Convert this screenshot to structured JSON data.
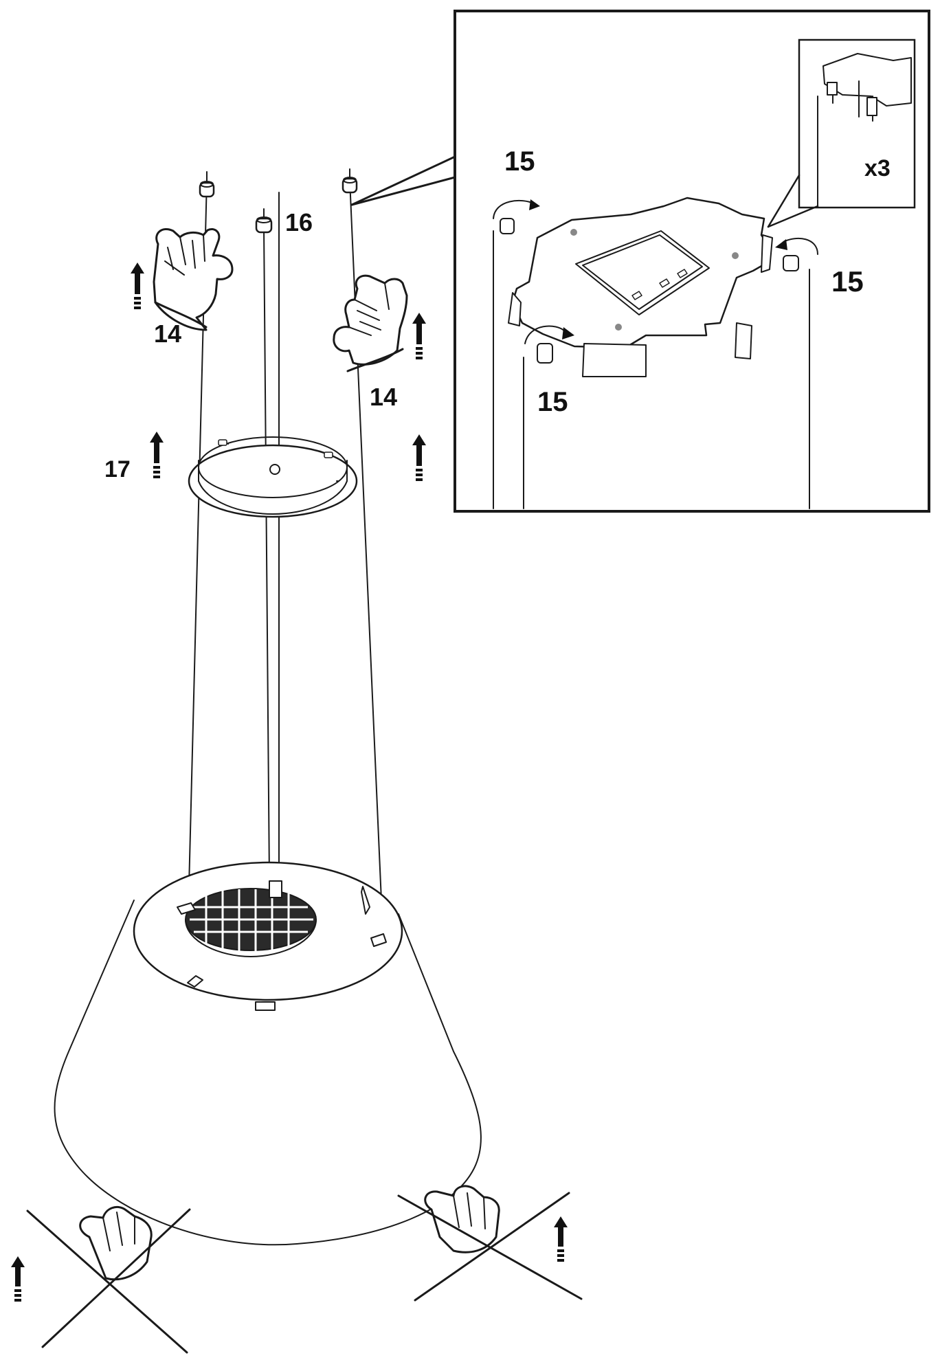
{
  "labels": {
    "cable_left": "14",
    "cable_right": "14",
    "center_rod": "16",
    "ring": "17",
    "inset_top": "15",
    "inset_right": "15",
    "inset_bottom": "15",
    "inset_multiplier": "x3"
  },
  "colors": {
    "ink": "#111111",
    "paper": "#ffffff",
    "grill": "#2a2a2a"
  }
}
